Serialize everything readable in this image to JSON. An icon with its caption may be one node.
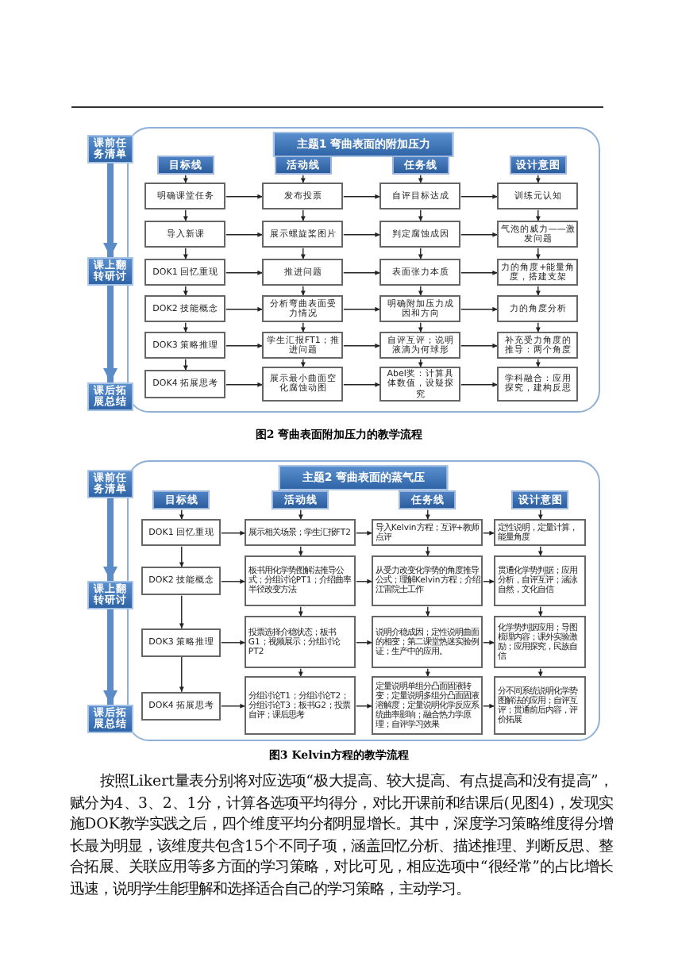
{
  "diagram": {
    "nodes": [
      {
        "text": [
          "主题1 弯曲表面的附加压力"
        ]
      },
      {
        "text": [
          "课前任务清单"
        ]
      },
      {
        "text": [
          "课上翻转研讨"
        ]
      },
      {
        "text": [
          "课后拓展总结"
        ]
      },
      {
        "text": [
          "目标线"
        ],
        "in": 0
      },
      {
        "text": [
          "活动线"
        ],
        "in": 0
      },
      {
        "text": [
          "任务线"
        ],
        "in": 0
      },
      {
        "text": [
          "设计意图"
        ],
        "in": 0
      },
      {
        "text": [
          "明确课堂任务"
        ],
        "in": 0
      },
      {
        "text": [
          "发布投票"
        ],
        "in": 0
      },
      {
        "text": [
          "自评目标达成"
        ],
        "in": 0
      },
      {
        "text": [
          "训练元认知"
        ],
        "in": 0
      },
      {
        "text": [
          "导入新课"
        ],
        "in": 0
      },
      {
        "text": [
          "展示螺旋桨图片"
        ],
        "in": 0
      },
      {
        "text": [
          "判定腐蚀成因"
        ],
        "in": 0
      },
      {
        "text": [
          "气泡的威力——激发问题"
        ],
        "in": 0
      },
      {
        "text": [
          "DOK1 回忆重现"
        ],
        "in": 0
      },
      {
        "text": [
          "推进问题"
        ],
        "in": 0
      },
      {
        "text": [
          "表面张力本质"
        ],
        "in": 0
      },
      {
        "text": [
          "力的角度+能量角度，搭建支架"
        ],
        "in": 0
      },
      {
        "text": [
          "DOK2 技能概念"
        ],
        "in": 0
      },
      {
        "text": [
          "分析弯曲表面受力情况"
        ],
        "in": 0
      },
      {
        "text": [
          "明确附加压力成因和方向"
        ],
        "in": 0
      },
      {
        "text": [
          "力的角度分析"
        ],
        "in": 0
      },
      {
        "text": [
          "DOK3 策略推理"
        ],
        "in": 0
      },
      {
        "text": [
          "学生汇报FT1；推进问题"
        ],
        "in": 0
      },
      {
        "text": [
          "自评互评；说明液滴为何球形"
        ],
        "in": 0
      },
      {
        "text": [
          "补充受力角度的推导：两个角度"
        ],
        "in": 0
      },
      {
        "text": [
          "DOK4 拓展思考"
        ],
        "in": 0
      },
      {
        "text": [
          "展示最小曲面空化腐蚀动图"
        ],
        "in": 0
      },
      {
        "text": [
          "Abel奖：计算具体数值，设疑探究"
        ],
        "in": 0
      },
      {
        "text": [
          "学科融合：应用探究，建构反思"
        ],
        "in": 0
      },
      {
        "text": [
          "主题2 弯曲表面的蒸气压"
        ]
      },
      {
        "text": [
          "课前任务清单"
        ]
      },
      {
        "text": [
          "课上翻转研讨"
        ]
      },
      {
        "text": [
          "课后拓展总结"
        ]
      },
      {
        "text": [
          "目标线"
        ],
        "in": 32
      },
      {
        "text": [
          "活动线"
        ],
        "in": 32
      },
      {
        "text": [
          "任务线"
        ],
        "in": 32
      },
      {
        "text": [
          "设计意图"
        ],
        "in": 32
      },
      {
        "text": [
          "DOK1 回忆重现"
        ],
        "in": 32
      },
      {
        "text": [
          "展示相关场景；学生汇报FT2"
        ],
        "in": 32
      },
      {
        "text": [
          "导入Kelvin方程；互评+教师点评"
        ],
        "in": 32
      },
      {
        "text": [
          "定性说明，定量计算，能量角度"
        ],
        "in": 32
      },
      {
        "text": [
          "DOK2 技能概念"
        ],
        "in": 32
      },
      {
        "text": [
          "板书用化学势图解法推导公式；分组讨论PT1；介绍曲率半径改变方法"
        ],
        "in": 32
      },
      {
        "text": [
          "从受力改变化学势的角度推导公式；理解Kelvin方程；介绍江雷院士工作"
        ],
        "in": 32
      },
      {
        "text": [
          "贯通化学势判据；应用分析，自评互评；涵泳自然，文化自信"
        ],
        "in": 32
      },
      {
        "text": [
          "DOK3 策略推理"
        ],
        "in": 32
      },
      {
        "text": [
          "投票选择介稳状态；板书G1；视频展示；分组讨论PT2"
        ],
        "in": 32
      },
      {
        "text": [
          "说明介稳成因；定性说明曲面的相变；第二课堂热迷实验例证；生产中的应用。"
        ],
        "in": 32
      },
      {
        "text": [
          "化学势判据应用；导图梳理内容；课外实验激励；应用探究，民族自信"
        ],
        "in": 32
      },
      {
        "text": [
          "DOK4 拓展思考"
        ],
        "in": 32
      },
      {
        "text": [
          "分组讨论T1；分组讨论T2；分组讨论T3；板书G2；投票自评；课后思考"
        ],
        "in": 32
      },
      {
        "text": [
          "定量说明单组分凸面固液转变；定量说明多组分凸面固液溶解度；定量说明化学反应系统曲率影响；融合热力学原理；自评学习效果"
        ],
        "in": 32
      },
      {
        "text": [
          "分不同系统说明化学势图解法的应用；自评互评；贯通前后内容，评价拓展"
        ],
        "in": 32
      }
    ],
    "edges": [
      {
        "from": 1,
        "to": 2,
        "arrow": "to",
        "style": "thick",
        "color": "#5b8cc8"
      },
      {
        "from": 2,
        "to": 3,
        "arrow": "to",
        "style": "thick",
        "color": "#5b8cc8"
      },
      {
        "from": 4,
        "to": 8,
        "arrow": "to"
      },
      {
        "from": 5,
        "to": 9,
        "arrow": "to"
      },
      {
        "from": 6,
        "to": 10,
        "arrow": "to"
      },
      {
        "from": 7,
        "to": 11,
        "arrow": "to"
      },
      {
        "from": 8,
        "to": 9,
        "arrow": "to"
      },
      {
        "from": 9,
        "to": 10,
        "arrow": "to"
      },
      {
        "from": 10,
        "to": 11,
        "arrow": "to"
      },
      {
        "from": 12,
        "to": 13,
        "arrow": "to"
      },
      {
        "from": 13,
        "to": 14,
        "arrow": "to"
      },
      {
        "from": 14,
        "to": 15,
        "arrow": "to"
      },
      {
        "from": 16,
        "to": 17,
        "arrow": "to"
      },
      {
        "from": 17,
        "to": 18,
        "arrow": "to"
      },
      {
        "from": 18,
        "to": 19,
        "arrow": "to"
      },
      {
        "from": 20,
        "to": 21,
        "arrow": "to"
      },
      {
        "from": 21,
        "to": 22,
        "arrow": "to"
      },
      {
        "from": 22,
        "to": 23,
        "arrow": "to"
      },
      {
        "from": 24,
        "to": 25,
        "arrow": "to"
      },
      {
        "from": 25,
        "to": 26,
        "arrow": "to"
      },
      {
        "from": 26,
        "to": 27,
        "arrow": "to"
      },
      {
        "from": 28,
        "to": 29,
        "arrow": "to"
      },
      {
        "from": 29,
        "to": 30,
        "arrow": "to"
      },
      {
        "from": 30,
        "to": 31,
        "arrow": "to"
      },
      {
        "from": 8,
        "to": 12,
        "arrow": "to"
      },
      {
        "from": 9,
        "to": 13,
        "arrow": "to"
      },
      {
        "from": 10,
        "to": 14,
        "arrow": "to"
      },
      {
        "from": 11,
        "to": 15,
        "arrow": "to"
      },
      {
        "from": 12,
        "to": 16,
        "arrow": "to"
      },
      {
        "from": 13,
        "to": 17,
        "arrow": "to"
      },
      {
        "from": 14,
        "to": 18,
        "arrow": "to"
      },
      {
        "from": 15,
        "to": 19,
        "arrow": "to"
      },
      {
        "from": 16,
        "to": 20,
        "arrow": "to"
      },
      {
        "from": 17,
        "to": 21,
        "arrow": "to"
      },
      {
        "from": 18,
        "to": 22,
        "arrow": "to"
      },
      {
        "from": 19,
        "to": 23,
        "arrow": "to"
      },
      {
        "from": 20,
        "to": 24,
        "arrow": "to"
      },
      {
        "from": 21,
        "to": 25,
        "arrow": "to"
      },
      {
        "from": 22,
        "to": 26,
        "arrow": "to"
      },
      {
        "from": 23,
        "to": 27,
        "arrow": "to"
      },
      {
        "from": 24,
        "to": 28,
        "arrow": "to"
      },
      {
        "from": 25,
        "to": 29,
        "arrow": "to"
      },
      {
        "from": 26,
        "to": 30,
        "arrow": "to"
      },
      {
        "from": 27,
        "to": 31,
        "arrow": "to"
      },
      {
        "from": 33,
        "to": 34,
        "arrow": "to",
        "style": "thick",
        "color": "#5b8cc8"
      },
      {
        "from": 34,
        "to": 35,
        "arrow": "to",
        "style": "thick",
        "color": "#5b8cc8"
      },
      {
        "from": 36,
        "to": 40,
        "arrow": "to"
      },
      {
        "from": 37,
        "to": 41,
        "arrow": "to"
      },
      {
        "from": 38,
        "to": 42,
        "arrow": "to"
      },
      {
        "from": 39,
        "to": 43,
        "arrow": "to"
      },
      {
        "from": 40,
        "to": 41,
        "arrow": "to"
      },
      {
        "from": 41,
        "to": 42,
        "arrow": "to"
      },
      {
        "from": 42,
        "to": 43,
        "arrow": "to"
      },
      {
        "from": 44,
        "to": 45,
        "arrow": "to"
      },
      {
        "from": 45,
        "to": 46,
        "arrow": "to"
      },
      {
        "from": 46,
        "to": 47,
        "arrow": "to"
      },
      {
        "from": 48,
        "to": 49,
        "arrow": "to"
      },
      {
        "from": 49,
        "to": 50,
        "arrow": "to"
      },
      {
        "from": 50,
        "to": 51,
        "arrow": "to"
      },
      {
        "from": 52,
        "to": 53,
        "arrow": "to"
      },
      {
        "from": 53,
        "to": 54,
        "arrow": "to"
      },
      {
        "from": 54,
        "to": 55,
        "arrow": "to"
      },
      {
        "from": 40,
        "to": 44,
        "arrow": "to"
      },
      {
        "from": 41,
        "to": 45,
        "arrow": "to"
      },
      {
        "from": 42,
        "to": 46,
        "arrow": "to"
      },
      {
        "from": 43,
        "to": 47,
        "arrow": "to"
      },
      {
        "from": 44,
        "to": 48,
        "arrow": "to"
      },
      {
        "from": 45,
        "to": 49,
        "arrow": "to"
      },
      {
        "from": 46,
        "to": 50,
        "arrow": "to"
      },
      {
        "from": 47,
        "to": 51,
        "arrow": "to"
      },
      {
        "from": 48,
        "to": 52,
        "arrow": "to"
      },
      {
        "from": 49,
        "to": 53,
        "arrow": "to"
      },
      {
        "from": 50,
        "to": 54,
        "arrow": "to"
      },
      {
        "from": 51,
        "to": 55,
        "arrow": "to"
      }
    ],
    "labels": [
      "图2 弯曲表面附加压力的教学流程",
      "图3 Kelvin方程的教学流程",
      "按照Likert量表分别将对应选项“极大提高、较大提高、有点提高和没有提高”，赋分为4、3、2、1分，计算各选项平均得分，对比开课前和结课后(见图4)，发现实施DOK教学实践之后，四个维度平均分都明显增长。其中，深度学习策略维度得分增长最为明显，该维度共包含15个不同子项，涵盖回忆分析、描述推理、判断反思、整合拓展、关联应用等多方面的学习策略，对比可见，相应选项中“很经常”的占比增长迅速，说明学生能理解和选择适合自己的学习策略，主动学习。"
    ]
  }
}
